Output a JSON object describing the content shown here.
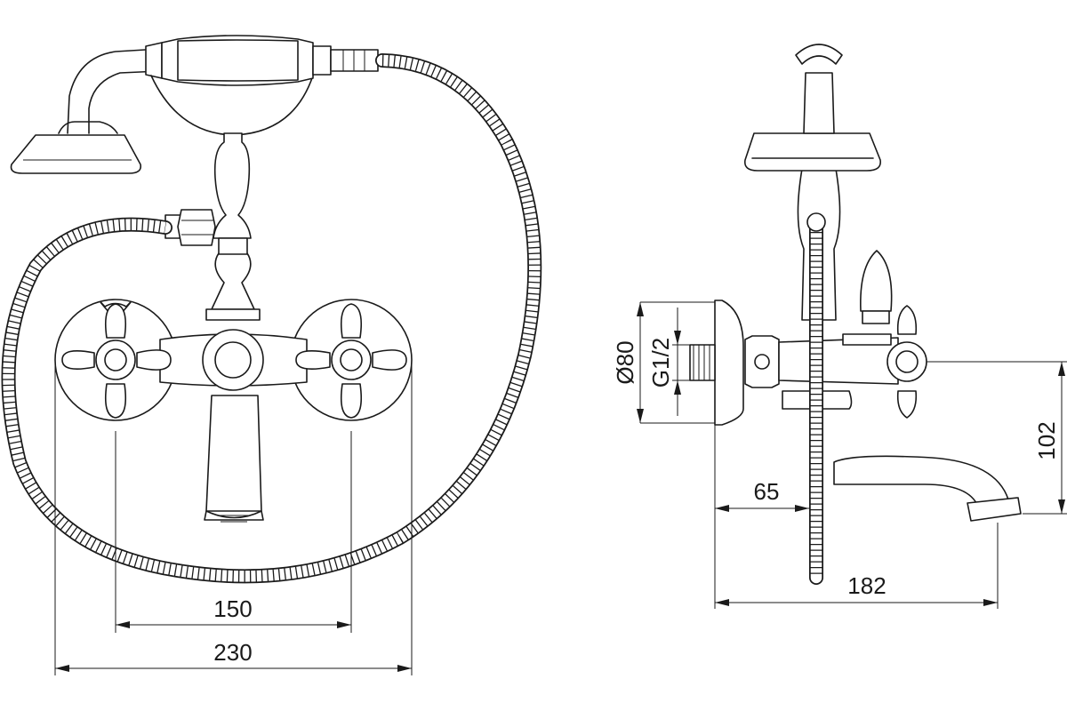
{
  "dimensions": {
    "center_distance": "150",
    "overall_width": "230",
    "flange_diameter": "Ø80",
    "thread_size": "G1/2",
    "wall_to_hose": "65",
    "spout_height": "102",
    "projection": "182"
  }
}
